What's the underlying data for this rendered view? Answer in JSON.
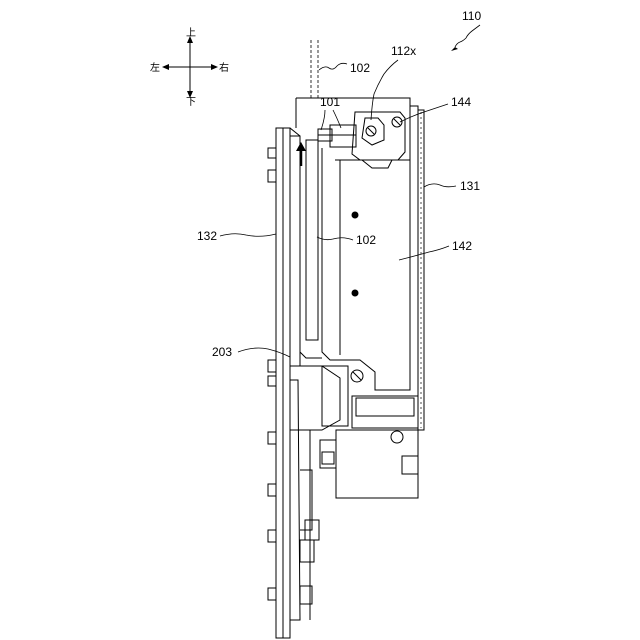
{
  "figure": {
    "reference_label": "110"
  },
  "direction_indicator": {
    "up": "上",
    "down": "下",
    "left": "左",
    "right": "右"
  },
  "callouts": {
    "c102_top": "102",
    "c112x": "112x",
    "c101": "101",
    "c144": "144",
    "c131": "131",
    "c132": "132",
    "c102_mid": "102",
    "c142": "142",
    "c203": "203"
  },
  "colors": {
    "ink": "#000000",
    "paper": "#ffffff"
  }
}
